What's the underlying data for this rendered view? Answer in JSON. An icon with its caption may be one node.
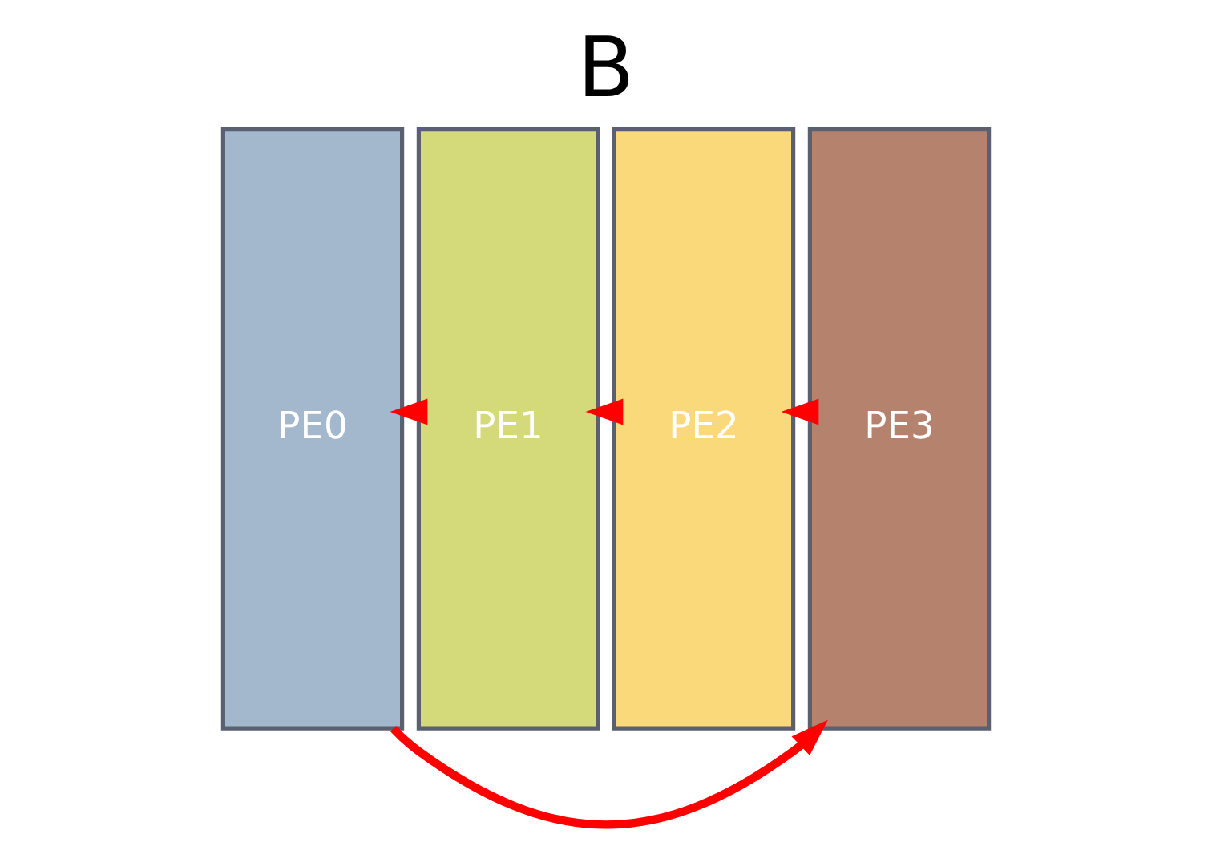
{
  "diagram": {
    "title": "B",
    "nodes": [
      {
        "text": [
          "PE0"
        ]
      },
      {
        "text": [
          "PE1"
        ]
      },
      {
        "text": [
          "PE2"
        ]
      },
      {
        "text": [
          "PE3"
        ]
      }
    ],
    "edges": [
      {
        "from": 3,
        "to": 2,
        "arrow": "to",
        "color": "#ff0000"
      },
      {
        "from": 2,
        "to": 1,
        "arrow": "to",
        "color": "#ff0000"
      },
      {
        "from": 1,
        "to": 0,
        "arrow": "to",
        "color": "#ff0000"
      },
      {
        "from": 0,
        "to": 3,
        "arrow": "to",
        "color": "#ff0000"
      }
    ]
  }
}
